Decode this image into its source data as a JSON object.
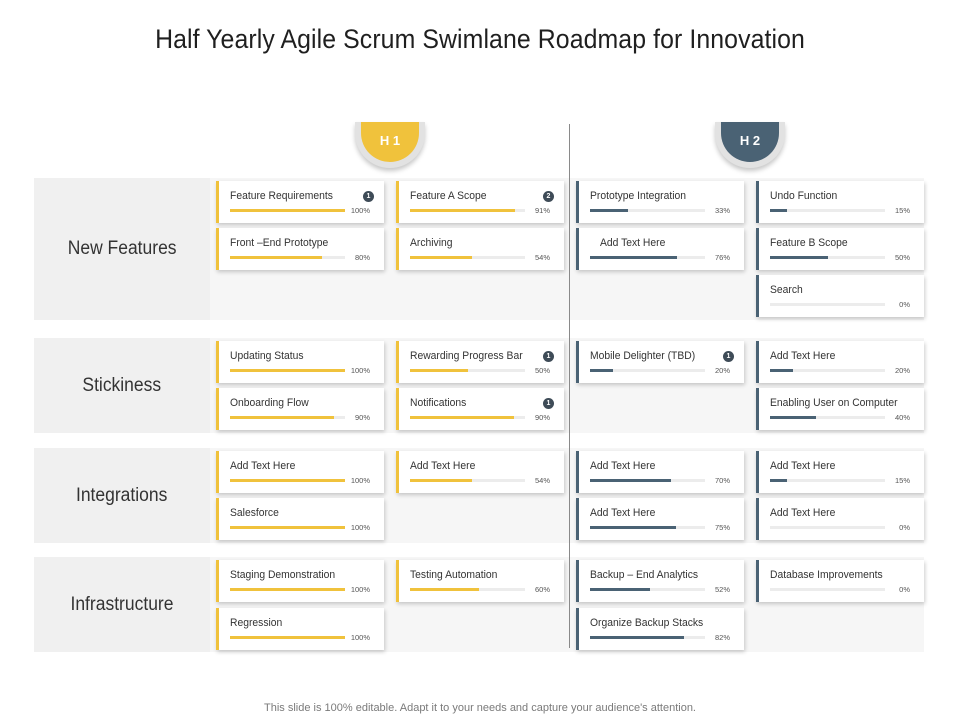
{
  "title": "Half Yearly Agile Scrum Swimlane Roadmap for Innovation",
  "footer": "This slide is 100% editable. Adapt it to your needs and capture your audience's attention.",
  "phases": [
    "H 1",
    "H 2"
  ],
  "colors": {
    "h1": "#f0c23c",
    "h2": "#4a6274"
  },
  "lanes": [
    {
      "label": "New Features",
      "cards": [
        {
          "label": "Feature Requirements",
          "pct": "100%",
          "value": 100,
          "badge": "1",
          "phase": "h1",
          "col": 0,
          "row": 0
        },
        {
          "label": "Feature A Scope",
          "pct": "91%",
          "value": 91,
          "badge": "2",
          "phase": "h1",
          "col": 1,
          "row": 0
        },
        {
          "label": "Prototype Integration",
          "pct": "33%",
          "value": 33,
          "phase": "h2",
          "col": 2,
          "row": 0
        },
        {
          "label": "Undo Function",
          "pct": "15%",
          "value": 15,
          "phase": "h2",
          "col": 3,
          "row": 0
        },
        {
          "label": "Front –End Prototype",
          "pct": "80%",
          "value": 80,
          "phase": "h1",
          "col": 0,
          "row": 1
        },
        {
          "label": "Archiving",
          "pct": "54%",
          "value": 54,
          "phase": "h1",
          "col": 1,
          "row": 1
        },
        {
          "label": "Add Text Here",
          "pct": "76%",
          "value": 76,
          "phase": "h2",
          "col": 2,
          "row": 1,
          "indent": true
        },
        {
          "label": "Feature B Scope",
          "pct": "50%",
          "value": 50,
          "phase": "h2",
          "col": 3,
          "row": 1
        },
        {
          "label": "Search",
          "pct": "0%",
          "value": 0,
          "phase": "h2",
          "col": 3,
          "row": 2
        }
      ]
    },
    {
      "label": "Stickiness",
      "cards": [
        {
          "label": "Updating Status",
          "pct": "100%",
          "value": 100,
          "phase": "h1",
          "col": 0,
          "row": 0
        },
        {
          "label": "Rewarding Progress Bar",
          "pct": "50%",
          "value": 50,
          "badge": "1",
          "phase": "h1",
          "col": 1,
          "row": 0
        },
        {
          "label": "Mobile Delighter (TBD)",
          "pct": "20%",
          "value": 20,
          "badge": "1",
          "phase": "h2",
          "col": 2,
          "row": 0
        },
        {
          "label": "Add Text Here",
          "pct": "20%",
          "value": 20,
          "phase": "h2",
          "col": 3,
          "row": 0
        },
        {
          "label": "Onboarding Flow",
          "pct": "90%",
          "value": 90,
          "phase": "h1",
          "col": 0,
          "row": 1
        },
        {
          "label": "Notifications",
          "pct": "90%",
          "value": 90,
          "badge": "1",
          "phase": "h1",
          "col": 1,
          "row": 1
        },
        {
          "label": "Enabling User on Computer",
          "pct": "40%",
          "value": 40,
          "phase": "h2",
          "col": 3,
          "row": 1
        }
      ]
    },
    {
      "label": "Integrations",
      "cards": [
        {
          "label": "Add Text Here",
          "pct": "100%",
          "value": 100,
          "phase": "h1",
          "col": 0,
          "row": 0
        },
        {
          "label": "Add Text Here",
          "pct": "54%",
          "value": 54,
          "phase": "h1",
          "col": 1,
          "row": 0
        },
        {
          "label": "Add Text Here",
          "pct": "70%",
          "value": 70,
          "phase": "h2",
          "col": 2,
          "row": 0
        },
        {
          "label": "Add Text Here",
          "pct": "15%",
          "value": 15,
          "phase": "h2",
          "col": 3,
          "row": 0
        },
        {
          "label": "Salesforce",
          "pct": "100%",
          "value": 100,
          "phase": "h1",
          "col": 0,
          "row": 1
        },
        {
          "label": "Add Text Here",
          "pct": "75%",
          "value": 75,
          "phase": "h2",
          "col": 2,
          "row": 1
        },
        {
          "label": "Add Text Here",
          "pct": "0%",
          "value": 0,
          "phase": "h2",
          "col": 3,
          "row": 1
        }
      ]
    },
    {
      "label": "Infrastructure",
      "cards": [
        {
          "label": "Staging Demonstration",
          "pct": "100%",
          "value": 100,
          "phase": "h1",
          "col": 0,
          "row": 0
        },
        {
          "label": "Testing Automation",
          "pct": "60%",
          "value": 60,
          "phase": "h1",
          "col": 1,
          "row": 0
        },
        {
          "label": "Backup – End Analytics",
          "pct": "52%",
          "value": 52,
          "phase": "h2",
          "col": 2,
          "row": 0
        },
        {
          "label": "Database Improvements",
          "pct": "0%",
          "value": 0,
          "phase": "h2",
          "col": 3,
          "row": 0
        },
        {
          "label": "Regression",
          "pct": "100%",
          "value": 100,
          "phase": "h1",
          "col": 0,
          "row": 1
        },
        {
          "label": "Organize Backup Stacks",
          "pct": "82%",
          "value": 82,
          "phase": "h2",
          "col": 2,
          "row": 1
        }
      ]
    }
  ]
}
